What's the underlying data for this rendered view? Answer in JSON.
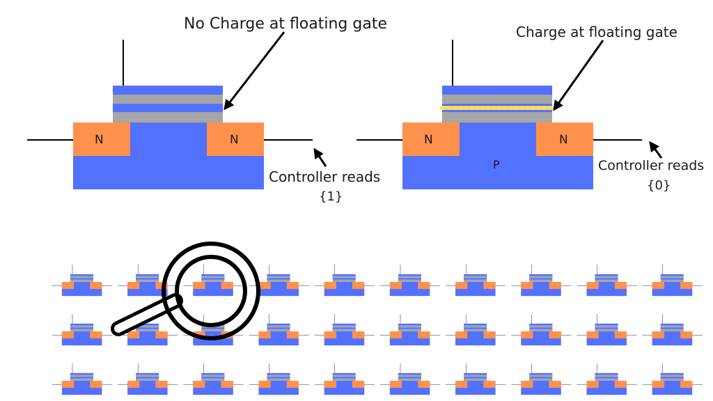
{
  "diagram": {
    "left_cell": {
      "annotation": "No Charge at floating gate",
      "source_label": "N",
      "drain_label": "N",
      "read_label": "Controller reads",
      "read_value": "{1}"
    },
    "right_cell": {
      "annotation": "Charge at floating gate",
      "source_label": "N",
      "drain_label": "N",
      "substrate_label": "P",
      "read_label": "Controller reads",
      "read_value": "{0}"
    },
    "array": {
      "rows": 3,
      "columns": 10,
      "icon": "magnifying-glass-icon"
    },
    "colors": {
      "substrate": "#5271ff",
      "n_region": "#ff914d",
      "oxide": "#a6a6a6",
      "charge": "#ffde59",
      "line": "#000000"
    }
  }
}
